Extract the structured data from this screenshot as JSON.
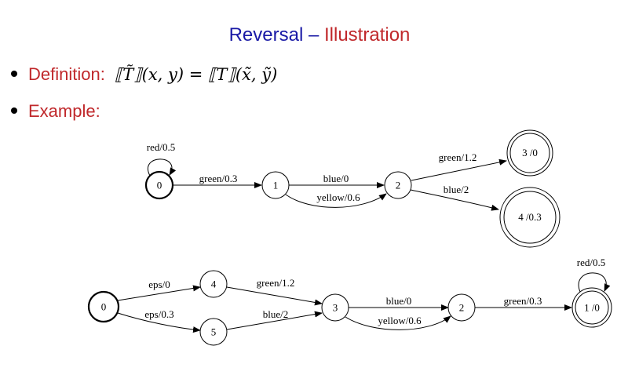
{
  "title": {
    "word1": "Reversal",
    "dash": "–",
    "word2": "Illustration"
  },
  "bullets": {
    "definition_label": "Definition:",
    "definition_formula": "⟦T̃⟧(x, y) = ⟦T⟧(x̃, ỹ)",
    "example_label": "Example:"
  },
  "fst1": {
    "states": [
      "0",
      "1",
      "2",
      "3 /0",
      "4 /0.3"
    ],
    "arcs": [
      "red/0.5",
      "green/0.3",
      "blue/0",
      "yellow/0.6",
      "green/1.2",
      "blue/2"
    ]
  },
  "fst2": {
    "states": [
      "0",
      "4",
      "5",
      "3",
      "2",
      "1 /0"
    ],
    "arcs": [
      "eps/0",
      "eps/0.3",
      "green/1.2",
      "blue/2",
      "blue/0",
      "yellow/0.6",
      "green/0.3",
      "red/0.5"
    ]
  }
}
